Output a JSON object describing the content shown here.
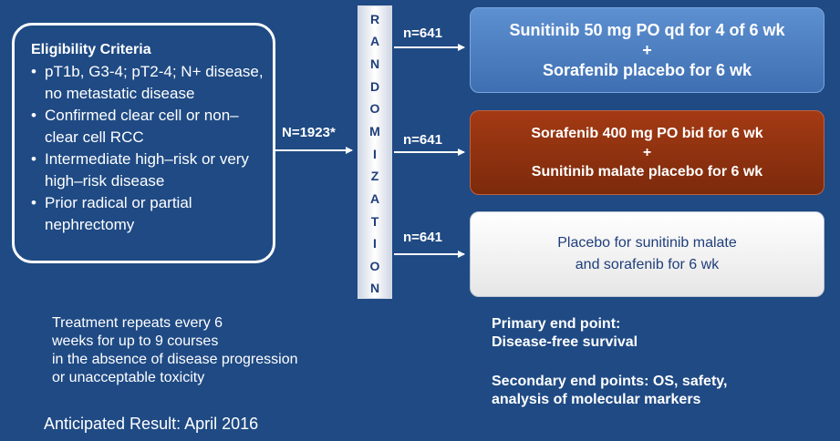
{
  "eligibility": {
    "title": "Eligibility Criteria",
    "items": [
      "pT1b, G3-4; pT2-4; N+ disease, no metastatic disease",
      "Confirmed clear cell or non–clear cell RCC",
      "Intermediate high–risk or very high–risk disease",
      "Prior radical or partial nephrectomy"
    ]
  },
  "total_n": "N=1923*",
  "randomization_letters": [
    "R",
    "A",
    "N",
    "D",
    "O",
    "M",
    "I",
    "Z",
    "A",
    "T",
    "I",
    "O",
    "N"
  ],
  "arms": [
    {
      "n": "n=641",
      "line1": "Sunitinib 50 mg PO qd for 4 of 6 wk",
      "plus": "+",
      "line2": "Sorafenib placebo for 6 wk"
    },
    {
      "n": "n=641",
      "line1": "Sorafenib 400 mg PO bid for 6 wk",
      "plus": "+",
      "line2": "Sunitinib malate placebo for 6 wk"
    },
    {
      "n": "n=641",
      "line1": "Placebo for sunitinib malate",
      "line2": "and sorafenib for 6 wk"
    }
  ],
  "treatment_note": [
    "Treatment repeats every 6",
    "weeks for up to 9 courses",
    "in the absence of disease progression",
    "or unacceptable toxicity"
  ],
  "anticipated": "Anticipated Result: April 2016",
  "primary_endpoint": [
    "Primary end point:",
    "Disease-free survival"
  ],
  "secondary_endpoint": [
    "Secondary end points: OS, safety,",
    "analysis of molecular markers"
  ]
}
